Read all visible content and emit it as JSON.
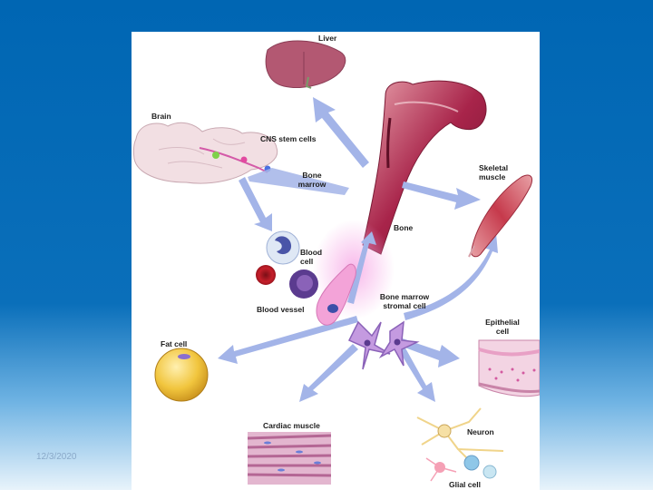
{
  "slide": {
    "date": "12/3/2020"
  },
  "figure": {
    "labels": {
      "liver": "Liver",
      "brain": "Brain",
      "cns_stem_cells": "CNS stem cells",
      "bone_marrow_line1": "Bone",
      "bone_marrow_line2": "marrow",
      "bone": "Bone",
      "skeletal_line1": "Skeletal",
      "skeletal_line2": "muscle",
      "blood_line1": "Blood",
      "blood_line2": "cell",
      "blood_vessel": "Blood vessel",
      "stromal_line1": "Bone marrow",
      "stromal_line2": "stromal cell",
      "epithelial_line1": "Epithelial",
      "epithelial_line2": "cell",
      "fat_cell": "Fat cell",
      "cardiac_muscle": "Cardiac muscle",
      "neuron": "Neuron",
      "glial_cell": "Glial cell"
    },
    "colors": {
      "arrow": "#a3b4e8",
      "bone": "#9b2b4a",
      "liver": "#b45a74",
      "brain": "#f2dfe3",
      "muscle": "#c23b4f",
      "fat": "#f0c64a",
      "cardiac": "#b05c8a"
    }
  }
}
